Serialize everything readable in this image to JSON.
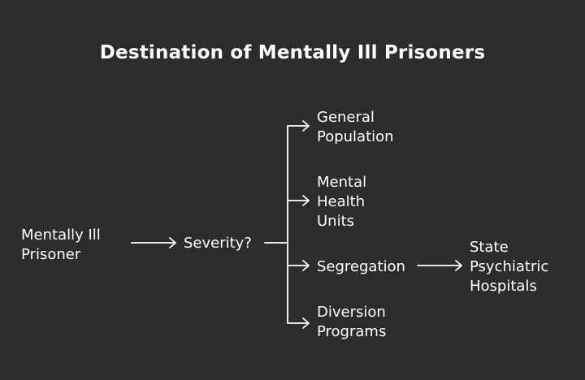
{
  "title": "Destination of Mentally Ill Prisoners",
  "nodes": {
    "root": "Mentally Ill\nPrisoner",
    "severity": "Severity?",
    "general_population": "General\nPopulation",
    "mental_health_units": "Mental\nHealth\nUnits",
    "segregation": "Segregation",
    "diversion_programs": "Diversion\nPrograms",
    "state_psychiatric_hospitals": "State\nPsychiatric\nHospitals"
  },
  "colors": {
    "background": "#2c2c2c",
    "foreground": "#ffffff"
  }
}
